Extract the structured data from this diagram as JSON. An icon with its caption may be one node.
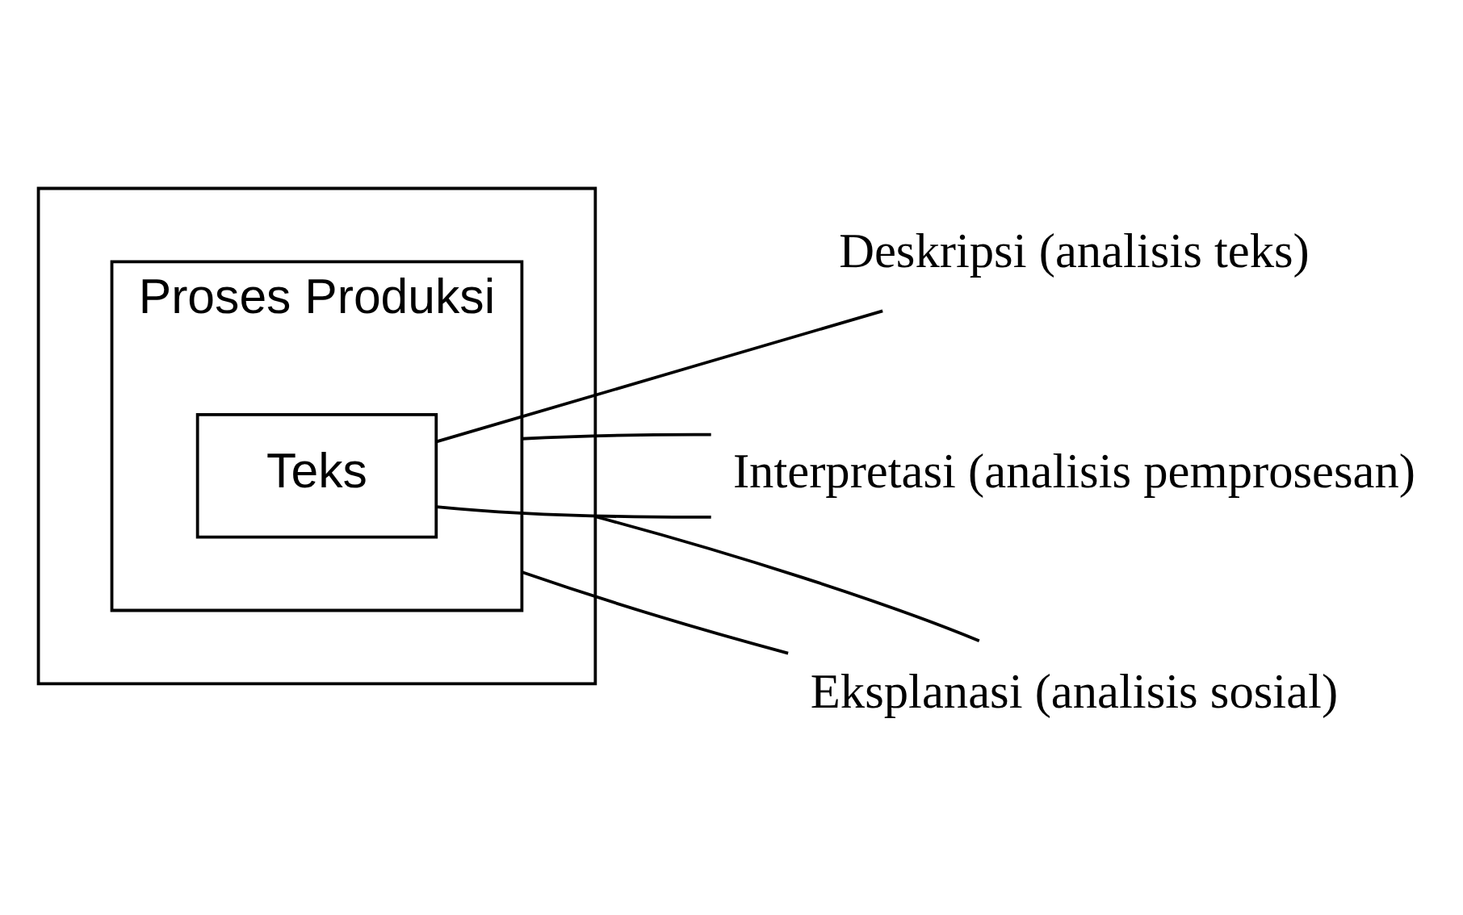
{
  "diagram": {
    "nodes": [
      {
        "text": [],
        "shape": "box"
      },
      {
        "text": [
          "Proses Produksi"
        ],
        "in": 0
      },
      {
        "text": [
          "Teks"
        ],
        "in": 1
      },
      {
        "text": [
          "Deskripsi (analisis teks)"
        ]
      },
      {
        "text": [
          "Interpretasi (analisis pemprosesan)"
        ]
      },
      {
        "text": [
          "Eksplanasi (analisis sosial)"
        ]
      }
    ],
    "edges": [
      {
        "from": 3,
        "to": 2,
        "arrow": "none"
      },
      {
        "from": 4,
        "to": 2,
        "arrow": "none"
      },
      {
        "from": 4,
        "to": 1,
        "arrow": "none"
      },
      {
        "from": 5,
        "to": 1,
        "arrow": "none"
      },
      {
        "from": 5,
        "to": 0,
        "arrow": "none"
      }
    ]
  }
}
